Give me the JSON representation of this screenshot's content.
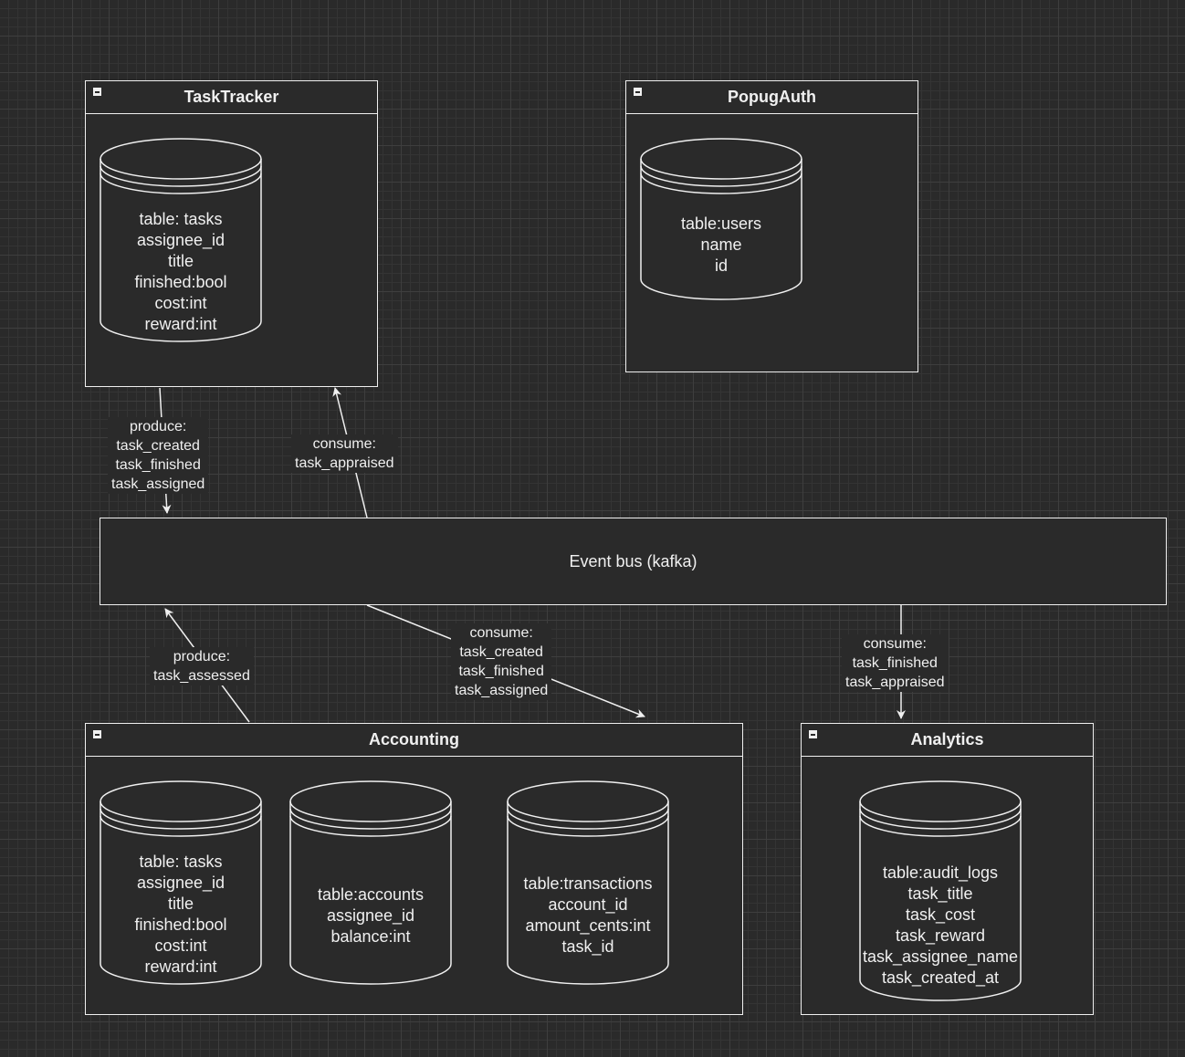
{
  "containers": {
    "tasktracker": {
      "title": "TaskTracker",
      "db": {
        "lines": [
          "table: tasks",
          "assignee_id",
          "title",
          "finished:bool",
          "cost:int",
          "reward:int"
        ]
      }
    },
    "popugauth": {
      "title": "PopugAuth",
      "db": {
        "lines": [
          "table:users",
          "name",
          "id"
        ]
      }
    },
    "accounting": {
      "title": "Accounting",
      "dbs": [
        {
          "lines": [
            "table: tasks",
            "assignee_id",
            "title",
            "finished:bool",
            "cost:int",
            "reward:int"
          ]
        },
        {
          "lines": [
            "table:accounts",
            "assignee_id",
            "balance:int"
          ]
        },
        {
          "lines": [
            "table:transactions",
            "account_id",
            "amount_cents:int",
            "task_id"
          ]
        }
      ]
    },
    "analytics": {
      "title": "Analytics",
      "db": {
        "lines": [
          "table:audit_logs",
          "task_title",
          "task_cost",
          "task_reward",
          "task_assignee_name",
          "task_created_at"
        ]
      }
    }
  },
  "event_bus": {
    "label": "Event bus (kafka)"
  },
  "edges": {
    "tt_produce": {
      "lines": [
        "produce:",
        "task_created",
        "task_finished",
        "task_assigned"
      ]
    },
    "tt_consume": {
      "lines": [
        "consume:",
        "task_appraised"
      ]
    },
    "acc_produce": {
      "lines": [
        "produce:",
        "task_assessed"
      ]
    },
    "acc_consume": {
      "lines": [
        "consume:",
        "task_created",
        "task_finished",
        "task_assigned"
      ]
    },
    "an_consume": {
      "lines": [
        "consume:",
        "task_finished",
        "task_appraised"
      ]
    }
  },
  "colors": {
    "background": "#2a2a2a",
    "stroke": "#f0f0f0",
    "grid": "#3e3e3e"
  },
  "icons": {
    "collapse": "collapse-icon"
  }
}
